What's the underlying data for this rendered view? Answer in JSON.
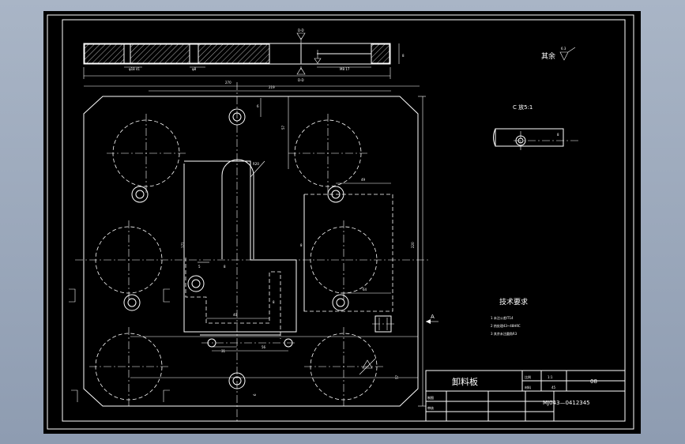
{
  "drawing": {
    "surface_finish_note": {
      "label": "其余",
      "value": "6.3"
    },
    "section_marks": {
      "label": "D-D"
    },
    "detail_view": {
      "label": "C 放5:1"
    },
    "tech_requirements": {
      "title": "技术要求",
      "items": [
        "1 未注公差IT14",
        "2 热处理43~48HRC",
        "3 其余未注圆角R3"
      ]
    },
    "view_marker": {
      "label": "A"
    },
    "title_block": {
      "part_name": "卸料板",
      "scale_label": "比例",
      "scale_value": "1:1",
      "material_label": "材料",
      "material_value": "45",
      "drawn_label": "制图",
      "checked_label": "审核",
      "sheet_code": "08",
      "drawing_number": "MJ043—0412345"
    },
    "dimensions": {
      "overall_width": "270",
      "inner_width": "219",
      "overall_height": "220",
      "left_dim": "171"
    }
  },
  "colors": {
    "background": "#000000",
    "line": "#ffffff",
    "outer_frame": "#8e9cb1"
  }
}
